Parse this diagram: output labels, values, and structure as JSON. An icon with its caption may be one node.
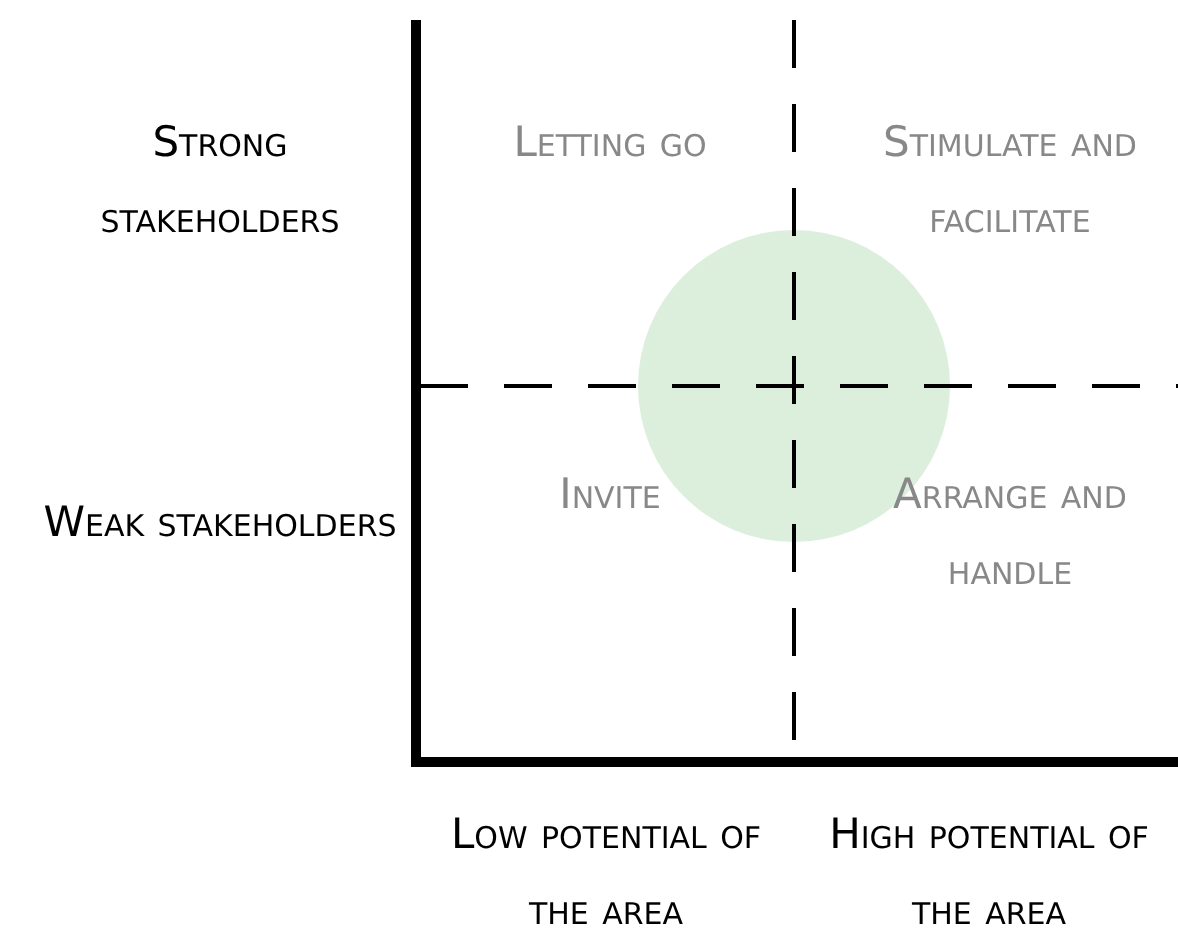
{
  "diagram": {
    "labels": [
      "Strong stakeholders",
      "Letting go",
      "Stimulate and facilitate",
      "Weak stakeholders",
      "Invite",
      "Arrange and handle",
      "Low potential of the area",
      "High potential of the area"
    ]
  }
}
